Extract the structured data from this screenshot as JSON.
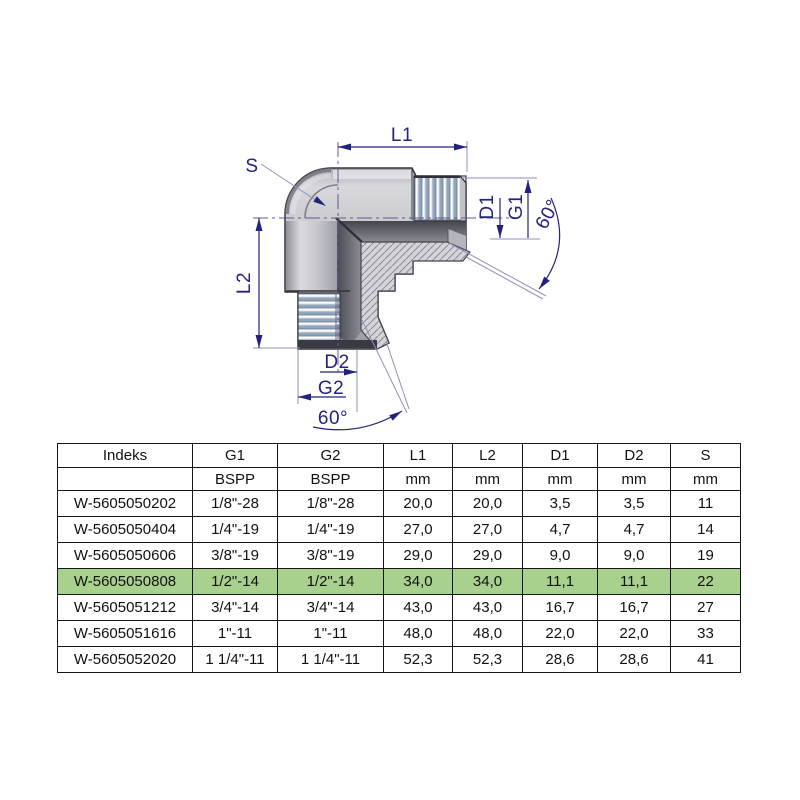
{
  "diagram": {
    "labels": {
      "l1": "L1",
      "l2": "L2",
      "s": "S",
      "d1": "D1",
      "g1": "G1",
      "d2": "D2",
      "g2": "G2",
      "angle_right": "60°",
      "angle_bottom": "60°"
    },
    "colors": {
      "annotation_navy": "#23237d",
      "body_grey": "#c6c6cc",
      "thread_steel": "#8b9cb0",
      "highlight_green": "#a9d18e"
    }
  },
  "table": {
    "columns": [
      "Indeks",
      "G1",
      "G2",
      "L1",
      "L2",
      "D1",
      "D2",
      "S"
    ],
    "units": [
      "",
      "BSPP",
      "BSPP",
      "mm",
      "mm",
      "mm",
      "mm",
      "mm"
    ],
    "highlighted_index": "W-5605050808",
    "rows": [
      [
        "W-5605050202",
        "1/8\"-28",
        "1/8\"-28",
        "20,0",
        "20,0",
        "3,5",
        "3,5",
        "11"
      ],
      [
        "W-5605050404",
        "1/4\"-19",
        "1/4\"-19",
        "27,0",
        "27,0",
        "4,7",
        "4,7",
        "14"
      ],
      [
        "W-5605050606",
        "3/8\"-19",
        "3/8\"-19",
        "29,0",
        "29,0",
        "9,0",
        "9,0",
        "19"
      ],
      [
        "W-5605050808",
        "1/2\"-14",
        "1/2\"-14",
        "34,0",
        "34,0",
        "11,1",
        "11,1",
        "22"
      ],
      [
        "W-5605051212",
        "3/4\"-14",
        "3/4\"-14",
        "43,0",
        "43,0",
        "16,7",
        "16,7",
        "27"
      ],
      [
        "W-5605051616",
        "1\"-11",
        "1\"-11",
        "48,0",
        "48,0",
        "22,0",
        "22,0",
        "33"
      ],
      [
        "W-5605052020",
        "1 1/4\"-11",
        "1 1/4\"-11",
        "52,3",
        "52,3",
        "28,6",
        "28,6",
        "41"
      ]
    ]
  }
}
